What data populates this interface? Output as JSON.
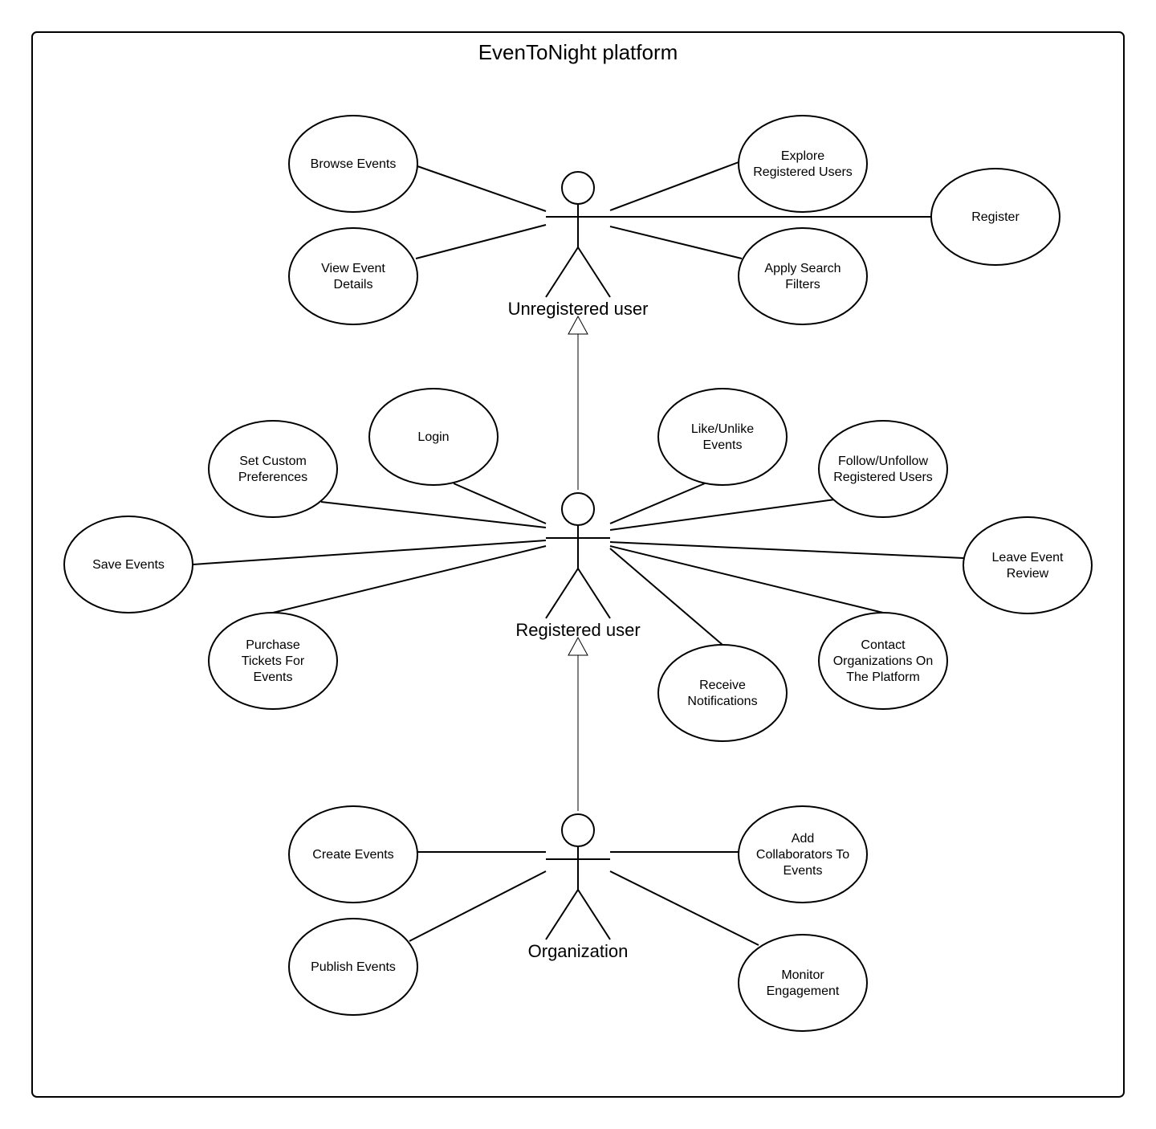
{
  "system": {
    "title": "EvenToNight platform"
  },
  "actors": [
    {
      "id": "unregistered",
      "label": "Unregistered user"
    },
    {
      "id": "registered",
      "label": "Registered user"
    },
    {
      "id": "organization",
      "label": "Organization"
    }
  ],
  "generalizations": [
    {
      "from": "registered",
      "to": "unregistered"
    },
    {
      "from": "organization",
      "to": "registered"
    }
  ],
  "use_cases": [
    {
      "id": "browse-events",
      "lines": [
        "Browse Events"
      ],
      "actor": "unregistered"
    },
    {
      "id": "view-event-details",
      "lines": [
        "View Event",
        "Details"
      ],
      "actor": "unregistered"
    },
    {
      "id": "explore-registered-users",
      "lines": [
        "Explore",
        "Registered Users"
      ],
      "actor": "unregistered"
    },
    {
      "id": "register",
      "lines": [
        "Register"
      ],
      "actor": "unregistered"
    },
    {
      "id": "apply-search-filters",
      "lines": [
        "Apply Search",
        "Filters"
      ],
      "actor": "unregistered"
    },
    {
      "id": "login",
      "lines": [
        "Login"
      ],
      "actor": "registered"
    },
    {
      "id": "set-custom-preferences",
      "lines": [
        "Set Custom",
        "Preferences"
      ],
      "actor": "registered"
    },
    {
      "id": "save-events",
      "lines": [
        "Save Events"
      ],
      "actor": "registered"
    },
    {
      "id": "purchase-tickets",
      "lines": [
        "Purchase",
        "Tickets For",
        "Events"
      ],
      "actor": "registered"
    },
    {
      "id": "like-unlike-events",
      "lines": [
        "Like/Unlike",
        "Events"
      ],
      "actor": "registered"
    },
    {
      "id": "follow-unfollow-users",
      "lines": [
        "Follow/Unfollow",
        "Registered Users"
      ],
      "actor": "registered"
    },
    {
      "id": "leave-event-review",
      "lines": [
        "Leave Event",
        "Review"
      ],
      "actor": "registered"
    },
    {
      "id": "contact-organizations",
      "lines": [
        "Contact",
        "Organizations On",
        "The Platform"
      ],
      "actor": "registered"
    },
    {
      "id": "receive-notifications",
      "lines": [
        "Receive",
        "Notifications"
      ],
      "actor": "registered"
    },
    {
      "id": "create-events",
      "lines": [
        "Create Events"
      ],
      "actor": "organization"
    },
    {
      "id": "publish-events",
      "lines": [
        "Publish Events"
      ],
      "actor": "organization"
    },
    {
      "id": "add-collaborators",
      "lines": [
        "Add",
        "Collaborators To",
        "Events"
      ],
      "actor": "organization"
    },
    {
      "id": "monitor-engagement",
      "lines": [
        "Monitor",
        "Engagement"
      ],
      "actor": "organization"
    }
  ]
}
